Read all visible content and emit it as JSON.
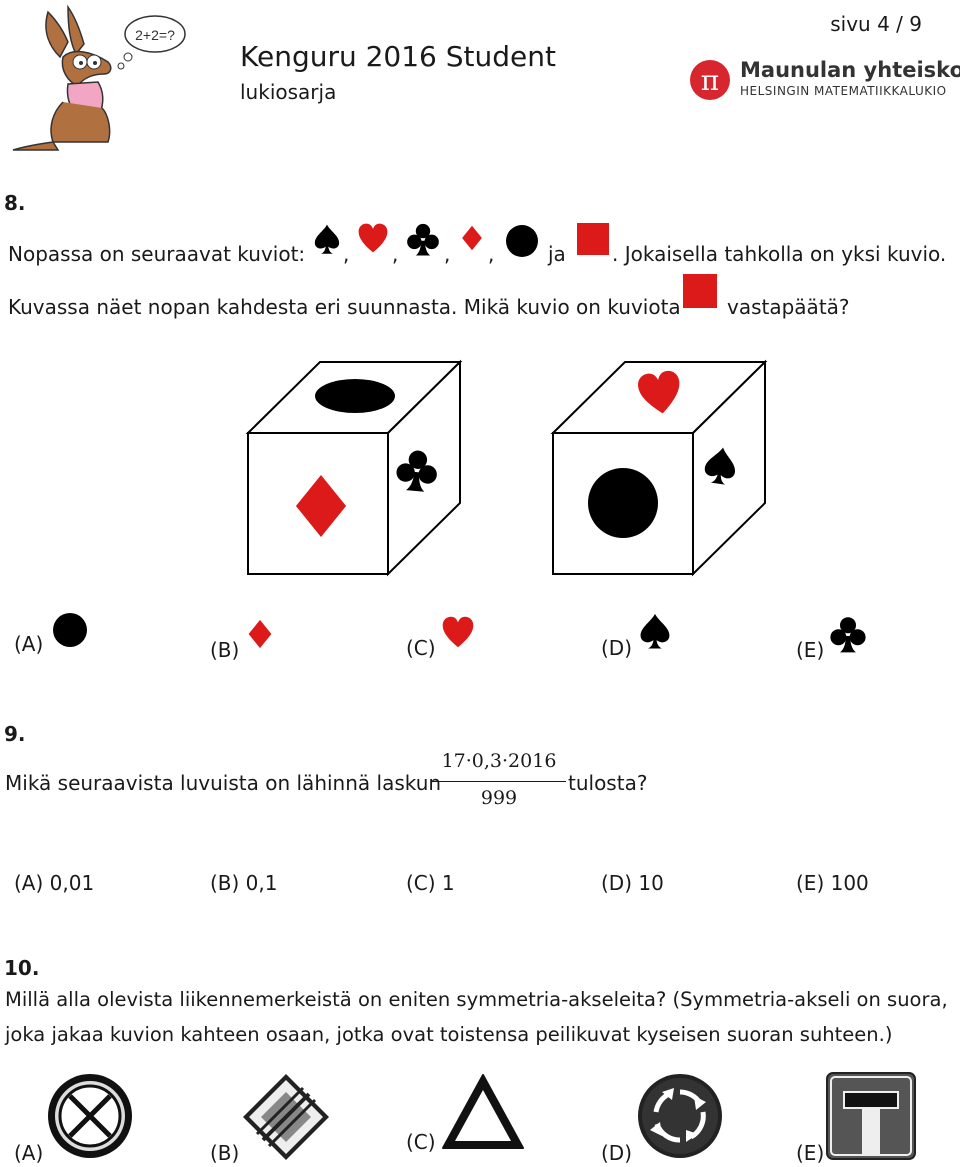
{
  "header": {
    "page_label": "sivu",
    "page_num": "4 / 9",
    "title": "Kenguru 2016 Student",
    "subtitle": "lukiosarja",
    "mascot_bubble": "2+2=?",
    "school_name": "Maunulan yhteiskoulu",
    "school_sub": "HELSINGIN MATEMATIIKKALUKIO"
  },
  "q8": {
    "number": "8.",
    "line1_start": "Nopassa on seuraavat kuviot:",
    "sep": ",",
    "and": "ja",
    "line1_end": ". Jokaisella tahkolla on yksi kuvio.",
    "line2_start": "Kuvassa näet nopan kahdesta eri suunnasta. Mikä kuvio on kuviota",
    "line2_end": "vastapäätä?",
    "options": [
      "(A)",
      "(B)",
      "(C)",
      "(D)",
      "(E)"
    ],
    "colors": {
      "red": "#dd1a1a",
      "black": "#000000"
    }
  },
  "q9": {
    "number": "9.",
    "text_start": "Mikä seuraavista luvuista on lähinnä laskun",
    "numerator": "17·0,3·2016",
    "denominator": "999",
    "text_end": "tulosta?",
    "options": [
      "(A) 0,01",
      "(B) 0,1",
      "(C) 1",
      "(D) 10",
      "(E) 100"
    ]
  },
  "q10": {
    "number": "10.",
    "line1": "Millä alla olevista liikennemerkeistä on eniten symmetria-akseleita? (Symmetria-akseli on suora,",
    "line2": "joka jakaa kuvion kahteen osaan, jotka ovat toistensa peilikuvat kyseisen suoran suhteen.)",
    "options": [
      "(A)",
      "(B)",
      "(C)",
      "(D)",
      "(E)"
    ]
  }
}
